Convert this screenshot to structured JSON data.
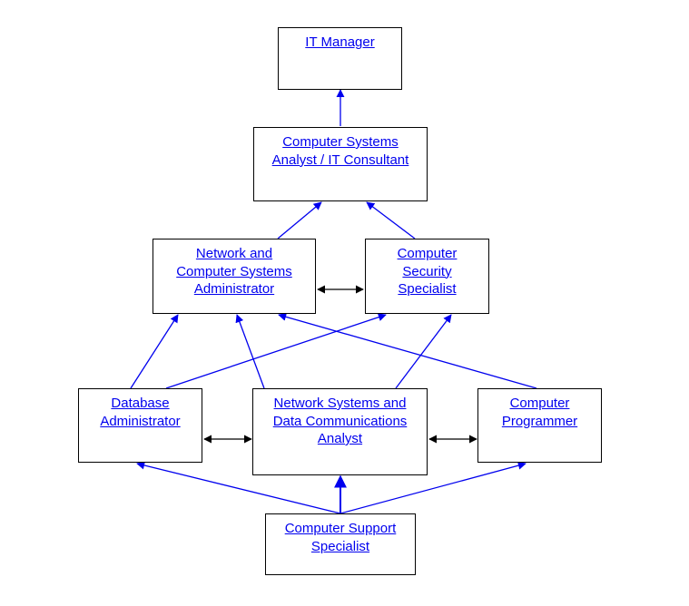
{
  "colors": {
    "link_text": "#0000ee",
    "arrow_blue": "#0000ee",
    "arrow_black": "#000000",
    "box_border": "#000000"
  },
  "nodes": {
    "it_manager": [
      "IT Manager"
    ],
    "systems_analyst": [
      "Computer Systems",
      "Analyst / IT Consultant"
    ],
    "network_admin": [
      "Network and",
      "Computer Systems",
      "Administrator"
    ],
    "security_specialist": [
      "Computer",
      "Security",
      "Specialist"
    ],
    "db_admin": [
      "Database",
      "Administrator"
    ],
    "network_analyst": [
      "Network Systems and",
      "Data Communications",
      "Analyst"
    ],
    "programmer": [
      "Computer",
      "Programmer"
    ],
    "support_specialist": [
      "Computer Support",
      "Specialist"
    ]
  },
  "edges": [
    {
      "from": "systems_analyst",
      "to": "it_manager",
      "kind": "directed"
    },
    {
      "from": "network_admin",
      "to": "systems_analyst",
      "kind": "directed"
    },
    {
      "from": "security_specialist",
      "to": "systems_analyst",
      "kind": "directed"
    },
    {
      "from": "network_admin",
      "to": "security_specialist",
      "kind": "bidirectional"
    },
    {
      "from": "db_admin",
      "to": "network_admin",
      "kind": "directed"
    },
    {
      "from": "db_admin",
      "to": "security_specialist",
      "kind": "directed"
    },
    {
      "from": "network_analyst",
      "to": "network_admin",
      "kind": "directed"
    },
    {
      "from": "network_analyst",
      "to": "security_specialist",
      "kind": "directed"
    },
    {
      "from": "programmer",
      "to": "network_admin",
      "kind": "directed"
    },
    {
      "from": "db_admin",
      "to": "network_analyst",
      "kind": "bidirectional"
    },
    {
      "from": "network_analyst",
      "to": "programmer",
      "kind": "bidirectional"
    },
    {
      "from": "support_specialist",
      "to": "db_admin",
      "kind": "directed"
    },
    {
      "from": "support_specialist",
      "to": "network_analyst",
      "kind": "directed"
    },
    {
      "from": "support_specialist",
      "to": "programmer",
      "kind": "directed"
    }
  ]
}
